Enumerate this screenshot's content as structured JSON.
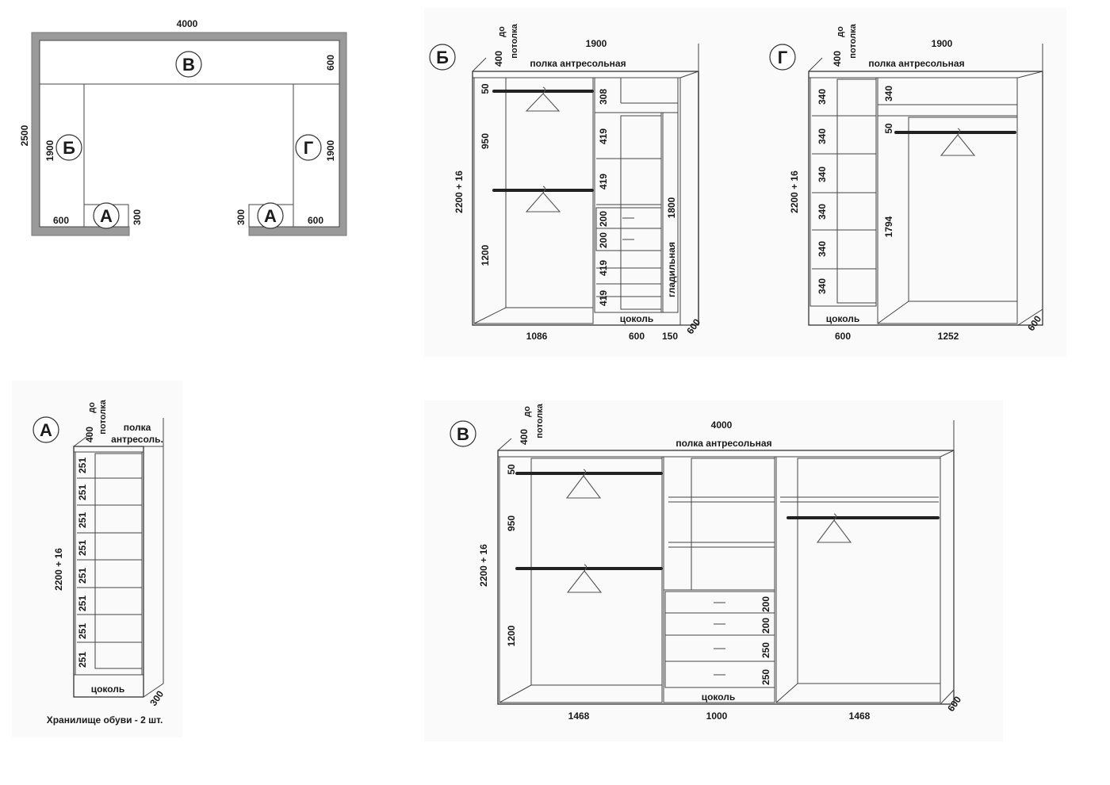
{
  "plan": {
    "width_total": "4000",
    "depth_total": "2500",
    "b_depth": "600",
    "side_length": "1900",
    "side_depth": "600",
    "niche_depth": "300",
    "labels": {
      "a": "А",
      "b": "Б",
      "v": "В",
      "g": "Г"
    }
  },
  "unit_b": {
    "badge": "Б",
    "ceiling_line1": "до",
    "ceiling_line2": "потолка",
    "ceiling_height": "400",
    "width": "1900",
    "mezzanine": "полка антресольная",
    "height": "2200 + 16",
    "rail_top": "50",
    "hang_upper": "950",
    "hang_lower": "1200",
    "shelf_top": "308",
    "shelves": [
      "419",
      "419",
      "200",
      "200",
      "419",
      "419"
    ],
    "ironing_height": "1800",
    "ironing_label": "гладильная",
    "plinth": "цоколь",
    "widths": [
      "1086",
      "600",
      "150"
    ],
    "depth": "600"
  },
  "unit_g": {
    "badge": "Г",
    "ceiling_line1": "до",
    "ceiling_line2": "потолка",
    "ceiling_height": "400",
    "width": "1900",
    "mezzanine": "полка антресольная",
    "height": "2200 + 16",
    "left_shelves": [
      "340",
      "340",
      "340",
      "340",
      "340",
      "340"
    ],
    "right_top": "340",
    "rail_top": "50",
    "hang_height": "1794",
    "plinth": "цоколь",
    "widths": [
      "600",
      "1252"
    ],
    "depth": "600"
  },
  "unit_a": {
    "badge": "А",
    "ceiling_line1": "до",
    "ceiling_line2": "потолка",
    "ceiling_height": "400",
    "mezzanine_line1": "полка",
    "mezzanine_line2": "антресоль.",
    "height": "2200 + 16",
    "shelves": [
      "251",
      "251",
      "251",
      "251",
      "251",
      "251",
      "251",
      "251"
    ],
    "plinth": "цоколь",
    "depth": "300",
    "caption": "Хранилище обуви - 2 шт."
  },
  "unit_v": {
    "badge": "В",
    "ceiling_line1": "до",
    "ceiling_line2": "потолка",
    "ceiling_height": "400",
    "width": "4000",
    "mezzanine": "полка антресольная",
    "height": "2200 + 16",
    "rail_top": "50",
    "hang_upper": "950",
    "hang_lower": "1200",
    "drawers": [
      "200",
      "200",
      "250",
      "250"
    ],
    "plinth": "цоколь",
    "widths": [
      "1468",
      "1000",
      "1468"
    ],
    "depth": "600"
  }
}
